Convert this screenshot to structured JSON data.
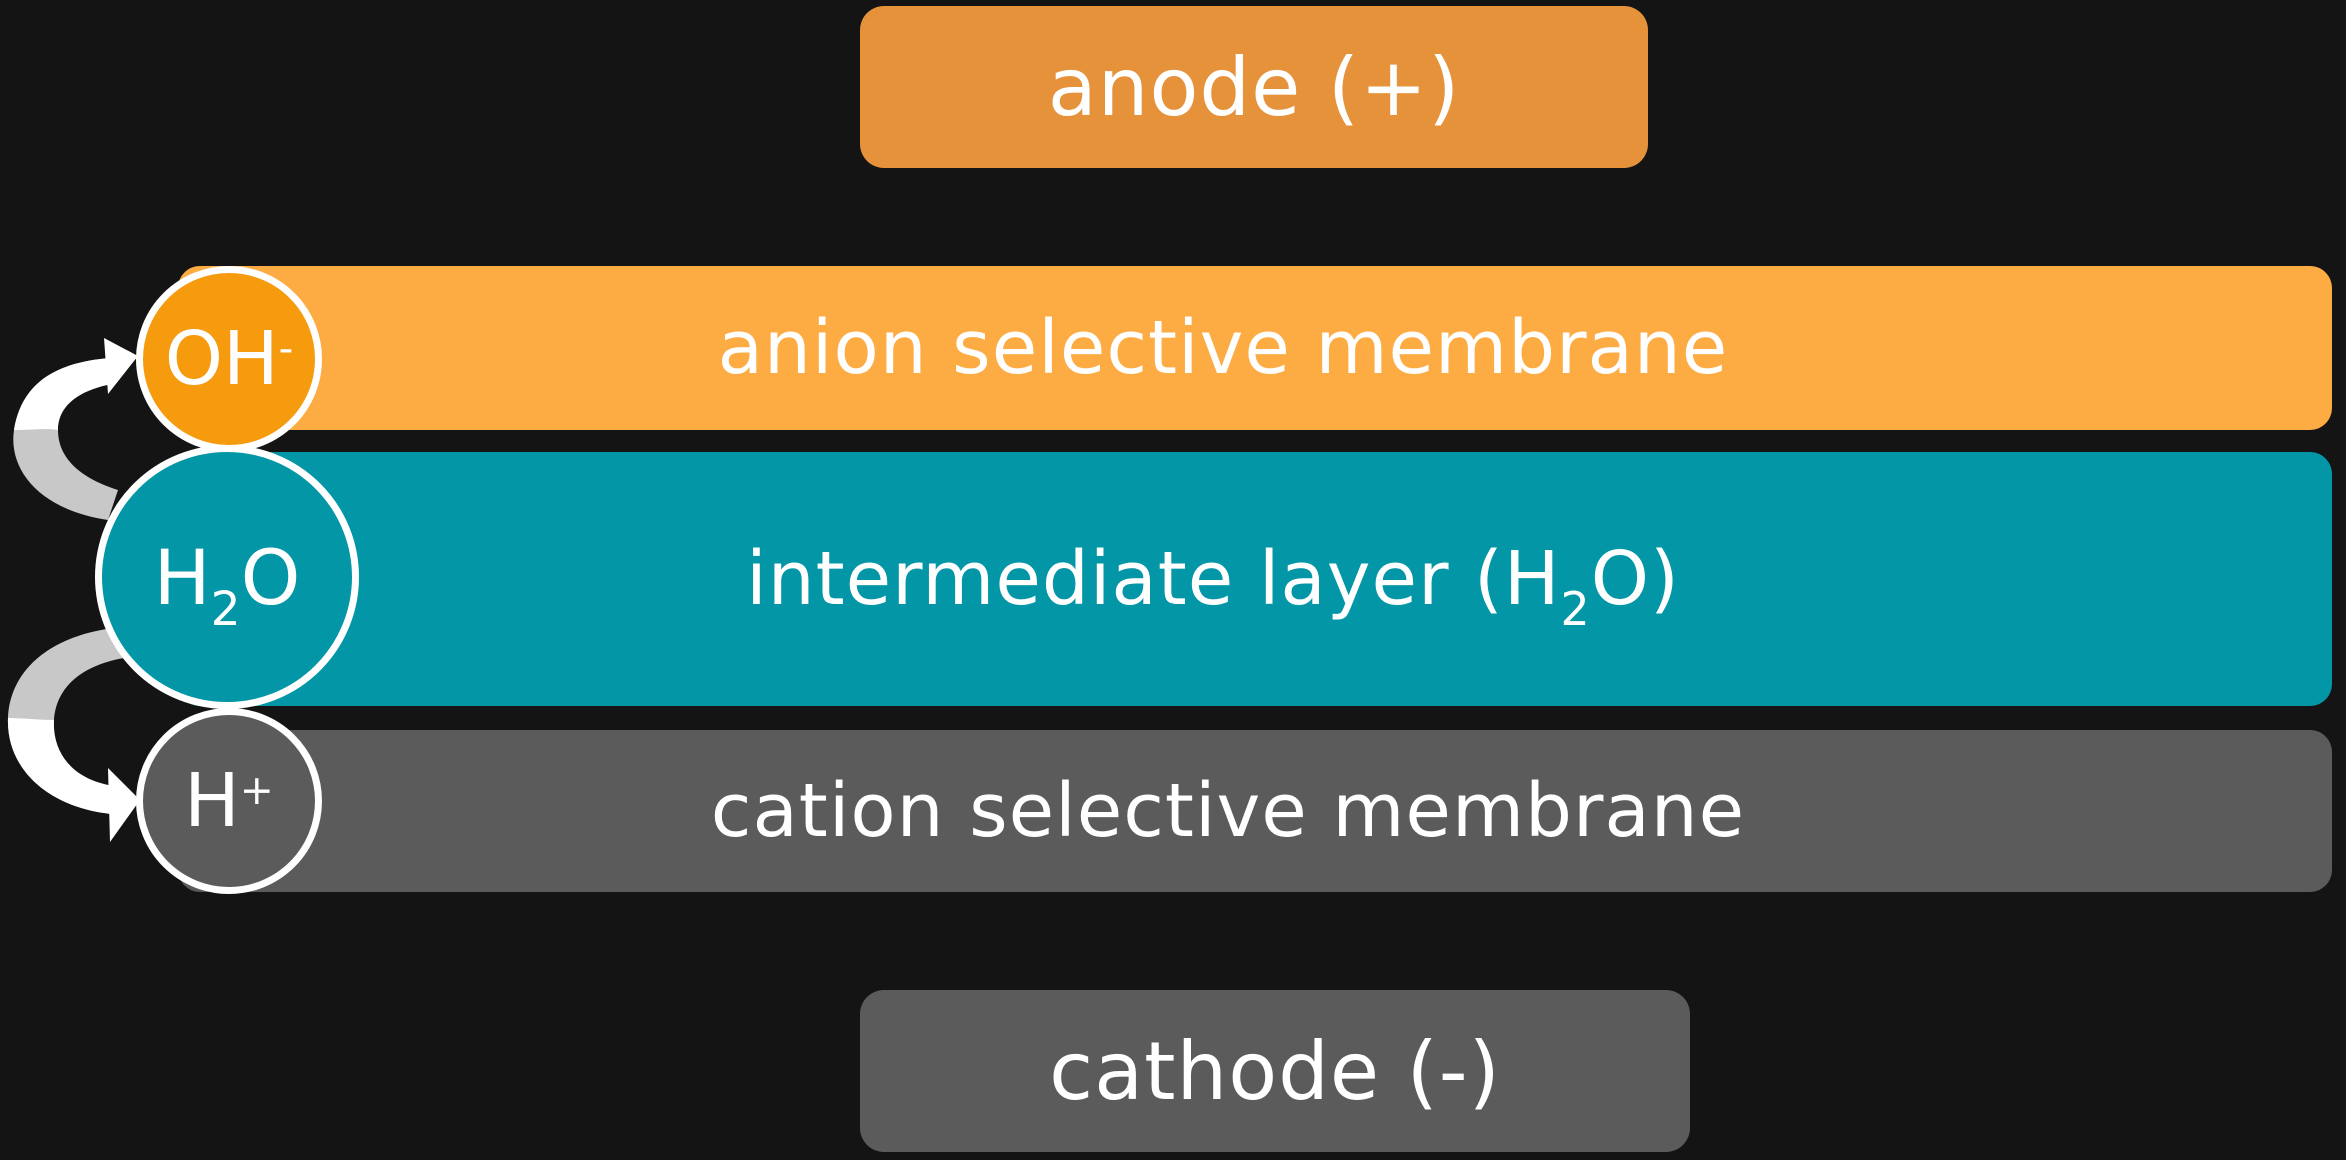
{
  "electrodes": {
    "anode": "anode (+)",
    "cathode": "cathode (-)"
  },
  "layers": {
    "anion": "anion selective membrane",
    "intermediate_prefix": "intermediate layer (H",
    "intermediate_sub": "2",
    "intermediate_suffix": "O)",
    "cation": "cation selective membrane"
  },
  "ions": {
    "oh_base": "OH",
    "oh_sup": "-",
    "h2o_h": "H",
    "h2o_sub": "2",
    "h2o_o": "O",
    "h_base": "H",
    "h_sup": "+"
  },
  "colors": {
    "background": "#141414",
    "anode": "#e6923a",
    "anion_layer": "#fdac44",
    "oh_ion": "#f69a0e",
    "intermediate_layer": "#0396a6",
    "cation_layer": "#5b5b5b",
    "arrow": "#ffffff",
    "arrow_shade": "#c8c8c8"
  }
}
